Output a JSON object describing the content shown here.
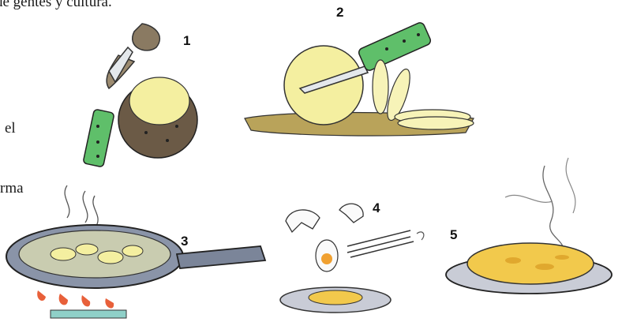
{
  "text_fragments": {
    "top": "de gentes y cultura.",
    "el": "el",
    "rma": "rma"
  },
  "step_numbers": [
    "1",
    "2",
    "3",
    "4",
    "5"
  ],
  "colors": {
    "knife_handle": "#5fbf6a",
    "potato_flesh": "#f4efa0",
    "potato_skin": "#7a6a55",
    "cutting_board": "#b9a35a",
    "pan": "#8a94a8",
    "flame": "#e8603a",
    "omelette": "#f2c94c",
    "plate": "#c9ccd6"
  },
  "icons": [
    "potato-peeling-icon",
    "potato-slicing-icon",
    "frying-pan-icon",
    "eggs-fork-icon",
    "tortilla-plate-icon"
  ]
}
